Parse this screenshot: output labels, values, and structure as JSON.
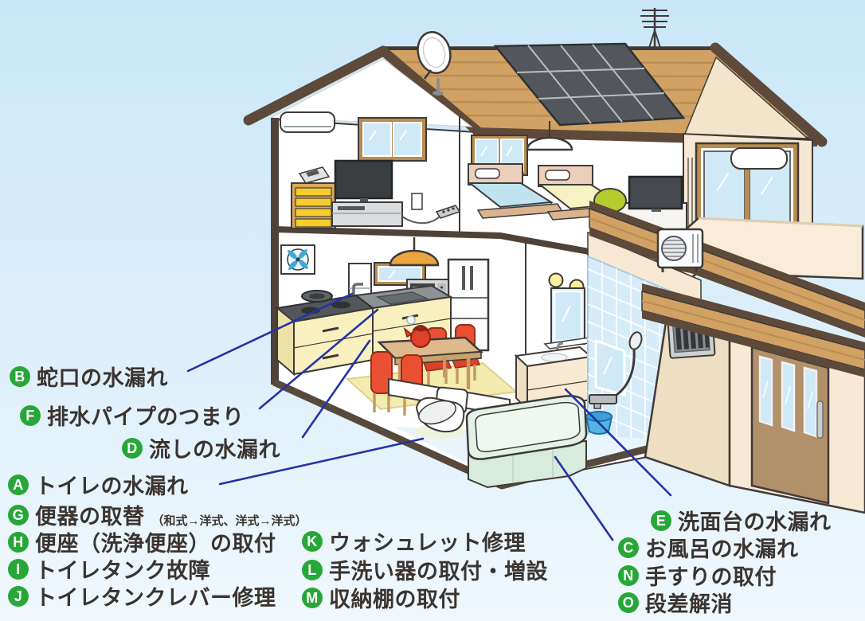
{
  "colors": {
    "sky_top": "#c9e7f8",
    "sky_bottom": "#f0f8fd",
    "badge_green": "#27a737",
    "label_text": "#3b3430",
    "callout_blue": "#2533a5",
    "roof_plank": "#d1a263",
    "roof_beam": "#5d4a3a",
    "wall_cream": "#f6e8d3",
    "solar_panel": "#53575b",
    "bathtub_mint": "#e3f1e7",
    "chair_red": "#e94f35",
    "tile_blue": "#d7ecf9"
  },
  "labels": [
    {
      "letter": "B",
      "text": "蛇口の水漏れ"
    },
    {
      "letter": "F",
      "text": "排水パイプのつまり"
    },
    {
      "letter": "D",
      "text": "流しの水漏れ"
    },
    {
      "letter": "A",
      "text": "トイレの水漏れ"
    },
    {
      "letter": "G",
      "text": "便器の取替",
      "note": "（和式→洋式、洋式→洋式）"
    },
    {
      "letter": "H",
      "text": "便座（洗浄便座）の取付"
    },
    {
      "letter": "I",
      "text": "トイレタンク故障"
    },
    {
      "letter": "J",
      "text": "トイレタンクレバー修理"
    },
    {
      "letter": "K",
      "text": "ウォシュレット修理"
    },
    {
      "letter": "L",
      "text": "手洗い器の取付・増設"
    },
    {
      "letter": "M",
      "text": "収納棚の取付"
    },
    {
      "letter": "E",
      "text": "洗面台の水漏れ"
    },
    {
      "letter": "C",
      "text": "お風呂の水漏れ"
    },
    {
      "letter": "N",
      "text": "手すりの取付"
    },
    {
      "letter": "O",
      "text": "段差解消"
    }
  ]
}
